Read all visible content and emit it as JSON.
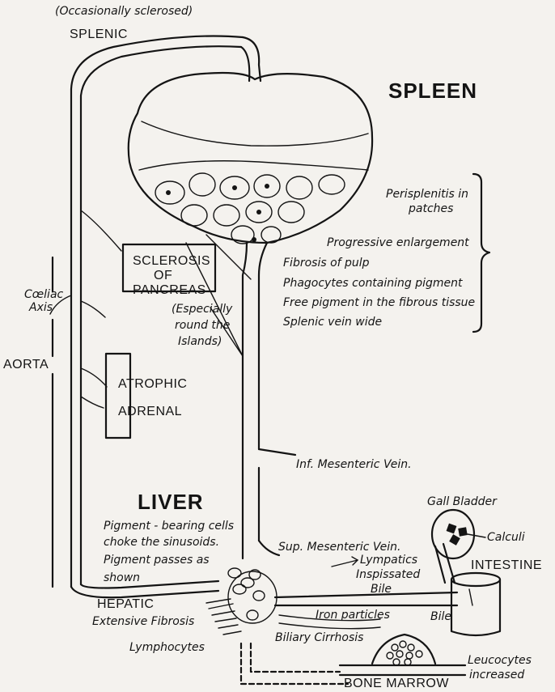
{
  "labels": {
    "occasionally_sclerosed": "(Occasionally sclerosed)",
    "splenic": "SPLENIC",
    "spleen": "SPLEEN",
    "perisplenitis": "Perisplenitis in",
    "patches": "patches",
    "progressive_enlargement": "Progressive enlargement",
    "fibrosis_of_pulp": "Fibrosis of pulp",
    "phagocytes": "Phagocytes containing pigment",
    "free_pigment": "Free pigment in the fibrous tissue",
    "splenic_vein_wide": "Splenic vein wide",
    "sclerosis": "SCLEROSIS",
    "of": "OF",
    "pancreas": "PANCREAS",
    "especially": "(Especially",
    "round_the": "round the",
    "islands": "Islands)",
    "coeliac": "Cœliac",
    "axis": "Axis",
    "aorta": "AORTA",
    "atrophic": "ATROPHIC",
    "adrenal": "ADRENAL",
    "inf_mesenteric": "Inf. Mesenteric Vein.",
    "liver": "LIVER",
    "liver_text_1": "Pigment - bearing cells",
    "liver_text_2": "choke the sinusoids.",
    "liver_text_3": "Pigment passes as",
    "liver_text_4": "shown",
    "gall_bladder": "Gall Bladder",
    "calculi": "Calculi",
    "intestine": "INTESTINE",
    "sup_mesenteric": "Sup. Mesenteric Vein.",
    "lymphatics": "Lympatics",
    "inspissated": "Inspissated",
    "bile_1": "Bile",
    "hepatic": "HEPATIC",
    "extensive_fibrosis": "Extensive Fibrosis",
    "iron_particles": "Iron particles",
    "bile_2": "Bile",
    "lymphocytes": "Lymphocytes",
    "biliary_cirrhosis": "Biliary Cirrhosis",
    "leucocytes": "Leucocytes",
    "increased": "increased",
    "bone_marrow": "BONE MARROW"
  }
}
